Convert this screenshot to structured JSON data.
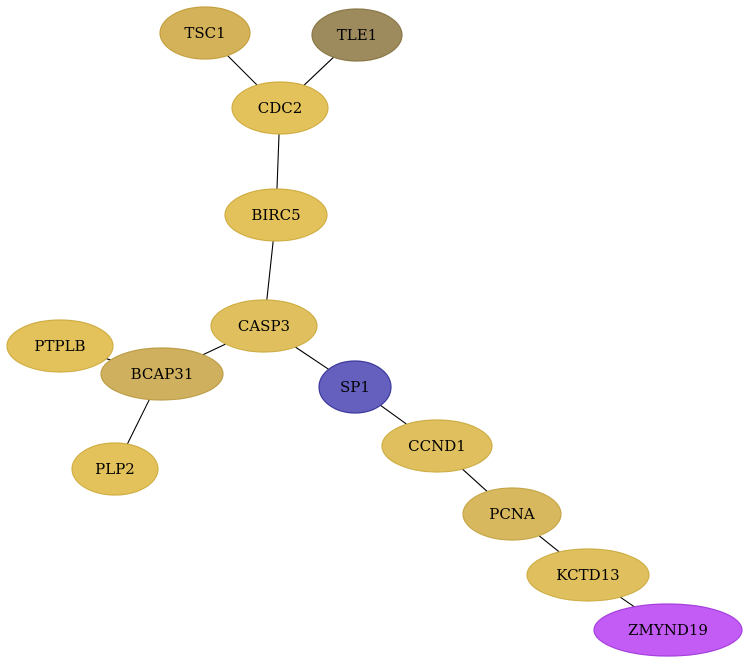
{
  "graph": {
    "nodes": [
      {
        "id": "TSC1",
        "label": "TSC1",
        "color": "#d4b25a",
        "stroke": "#c4a040"
      },
      {
        "id": "TLE1",
        "label": "TLE1",
        "color": "#9d8b5e",
        "stroke": "#8a7848"
      },
      {
        "id": "CDC2",
        "label": "CDC2",
        "color": "#e3c25c",
        "stroke": "#d0ae44"
      },
      {
        "id": "BIRC5",
        "label": "BIRC5",
        "color": "#e3c25c",
        "stroke": "#d0ae44"
      },
      {
        "id": "CASP3",
        "label": "CASP3",
        "color": "#e0c05e",
        "stroke": "#cdae46"
      },
      {
        "id": "PTPLB",
        "label": "PTPLB",
        "color": "#e3c25c",
        "stroke": "#d0ae44"
      },
      {
        "id": "BCAP31",
        "label": "BCAP31",
        "color": "#cfb05e",
        "stroke": "#bc9e48"
      },
      {
        "id": "PLP2",
        "label": "PLP2",
        "color": "#e3c25c",
        "stroke": "#d0ae44"
      },
      {
        "id": "SP1",
        "label": "SP1",
        "color": "#6560bd",
        "stroke": "#3e3a9c"
      },
      {
        "id": "CCND1",
        "label": "CCND1",
        "color": "#e0c05e",
        "stroke": "#cdae46"
      },
      {
        "id": "PCNA",
        "label": "PCNA",
        "color": "#d8b85e",
        "stroke": "#c5a648"
      },
      {
        "id": "KCTD13",
        "label": "KCTD13",
        "color": "#e0c05e",
        "stroke": "#cdae46"
      },
      {
        "id": "ZMYND19",
        "label": "ZMYND19",
        "color": "#c35cf5",
        "stroke": "#a540dc"
      }
    ],
    "edges": [
      {
        "source": "TSC1",
        "target": "CDC2"
      },
      {
        "source": "TLE1",
        "target": "CDC2"
      },
      {
        "source": "CDC2",
        "target": "BIRC5"
      },
      {
        "source": "BIRC5",
        "target": "CASP3"
      },
      {
        "source": "CASP3",
        "target": "BCAP31"
      },
      {
        "source": "PTPLB",
        "target": "BCAP31"
      },
      {
        "source": "BCAP31",
        "target": "PLP2"
      },
      {
        "source": "CASP3",
        "target": "SP1"
      },
      {
        "source": "SP1",
        "target": "CCND1"
      },
      {
        "source": "CCND1",
        "target": "PCNA"
      },
      {
        "source": "PCNA",
        "target": "KCTD13"
      },
      {
        "source": "KCTD13",
        "target": "ZMYND19"
      }
    ]
  }
}
